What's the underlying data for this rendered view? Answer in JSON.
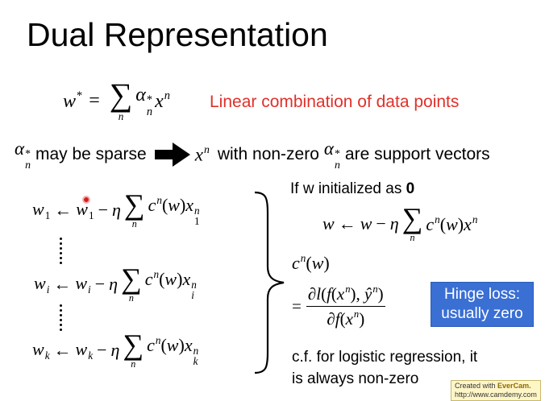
{
  "slide": {
    "title": "Dual Representation",
    "note_linear": "Linear combination of data points",
    "sparse_text": "may be sparse",
    "support_text": "with non-zero",
    "support_text_end": "are support vectors",
    "init_text": "If w initialized as",
    "init_bold": "0",
    "hinge_line1": "Hinge loss:",
    "hinge_line2": "usually zero",
    "logistic_line1": "c.f. for logistic regression, it",
    "logistic_line2": "is always non-zero",
    "colors": {
      "note": "#e0302a",
      "box": "#3a6fd3"
    }
  },
  "watermark": {
    "line1_prefix": "Created with",
    "line1_brand": "EverCam.",
    "line2": "http://www.camdemy.com"
  }
}
